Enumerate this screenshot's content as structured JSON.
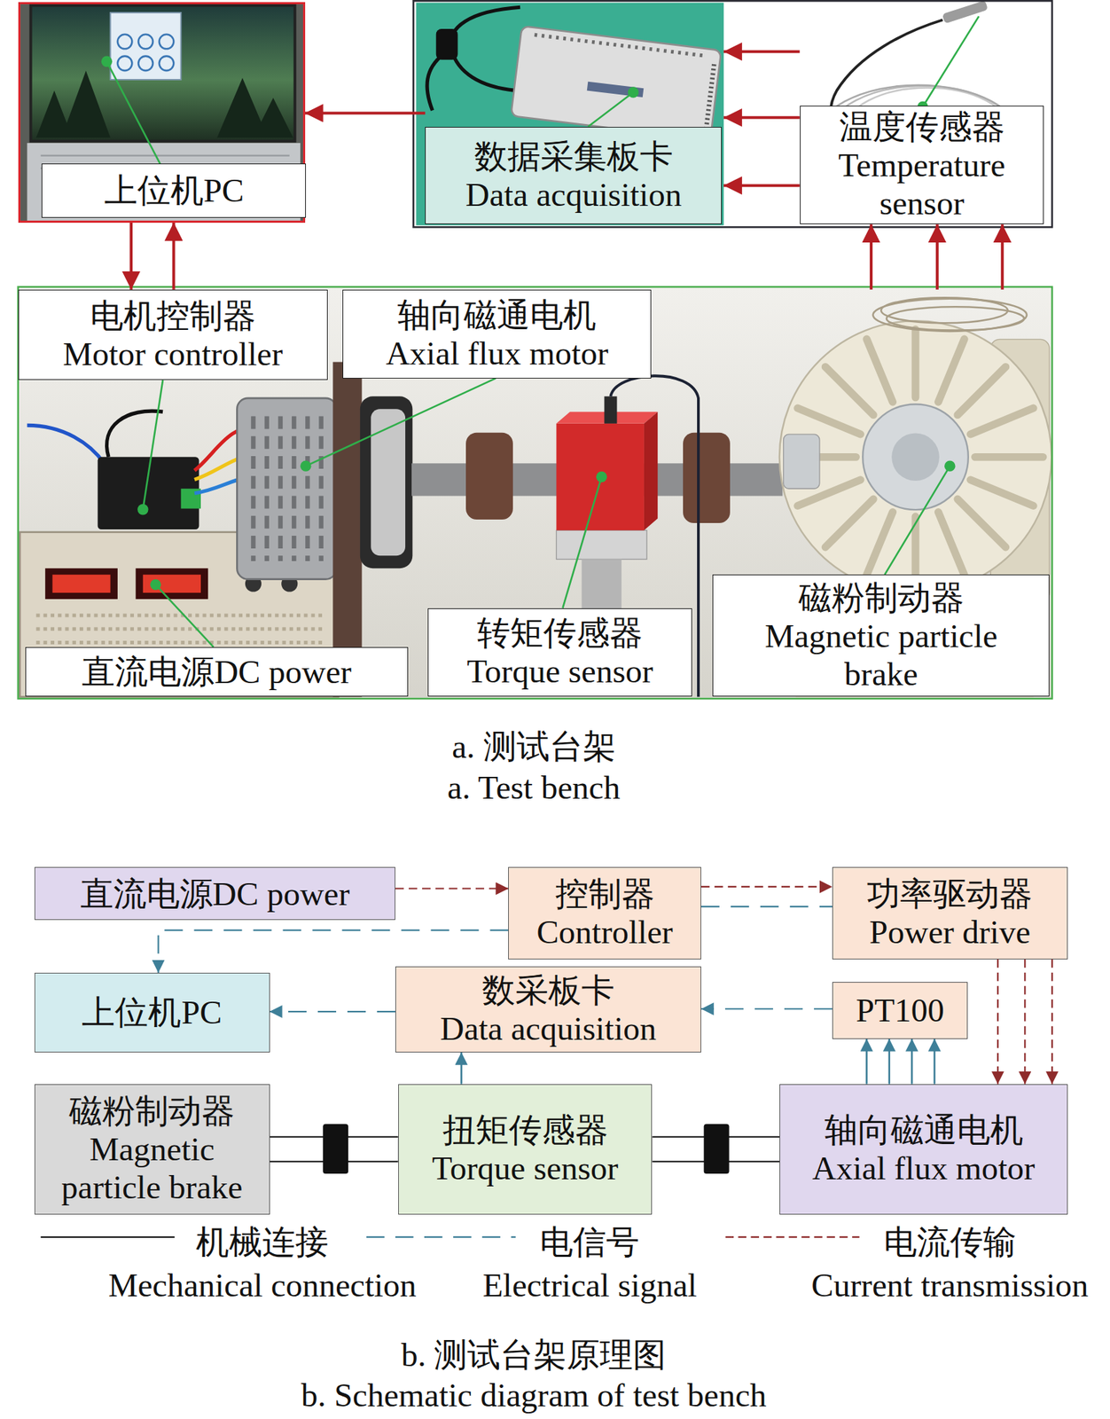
{
  "diagram": {
    "nodes": [
      {
        "text": [
          "上位机PC"
        ]
      },
      {
        "text": [
          "数据采集板卡",
          "Data acquisition"
        ]
      },
      {
        "text": [
          "温度传感器",
          "Temperature sensor"
        ]
      },
      {
        "text": [
          "电机控制器",
          "Motor controller"
        ]
      },
      {
        "text": [
          "轴向磁通电机",
          "Axial flux motor"
        ]
      },
      {
        "text": [
          "直流电源DC power"
        ]
      },
      {
        "text": [
          "转矩传感器",
          "Torque sensor"
        ]
      },
      {
        "text": [
          "磁粉制动器",
          "Magnetic particle brake"
        ]
      },
      {
        "text": [
          "直流电源DC power"
        ]
      },
      {
        "text": [
          "控制器",
          "Controller"
        ]
      },
      {
        "text": [
          "功率驱动器",
          "Power drive"
        ]
      },
      {
        "text": [
          "上位机PC"
        ]
      },
      {
        "text": [
          "数采板卡",
          "Data acquisition"
        ]
      },
      {
        "text": [
          "PT100"
        ]
      },
      {
        "text": [
          "磁粉制动器",
          "Magnetic particle brake"
        ]
      },
      {
        "text": [
          "扭矩传感器",
          "Torque sensor"
        ]
      },
      {
        "text": [
          "轴向磁通电机",
          "Axial flux motor"
        ]
      }
    ],
    "edges": [
      {
        "from": 1,
        "to": 0,
        "arrow": "to"
      },
      {
        "from": 0,
        "to": 3,
        "arrow": "to"
      },
      {
        "from": 3,
        "to": 0,
        "arrow": "to"
      },
      {
        "from": 7,
        "to": 2,
        "arrow": "to"
      },
      {
        "from": 7,
        "to": 2,
        "arrow": "to"
      },
      {
        "from": 7,
        "to": 2,
        "arrow": "to"
      },
      {
        "from": 2,
        "to": 1,
        "arrow": "to"
      },
      {
        "from": 2,
        "to": 1,
        "arrow": "to"
      },
      {
        "from": 2,
        "to": 1,
        "arrow": "to"
      },
      {
        "from": 8,
        "to": 9,
        "arrow": "to"
      },
      {
        "from": 9,
        "to": 10,
        "arrow": "to"
      },
      {
        "from": 9,
        "to": 10,
        "arrow": "none"
      },
      {
        "from": 9,
        "to": 11,
        "arrow": "to"
      },
      {
        "from": 12,
        "to": 11,
        "arrow": "to"
      },
      {
        "from": 13,
        "to": 12,
        "arrow": "to"
      },
      {
        "from": 15,
        "to": 12,
        "arrow": "to"
      },
      {
        "from": 16,
        "to": 13,
        "arrow": "to"
      },
      {
        "from": 16,
        "to": 13,
        "arrow": "to"
      },
      {
        "from": 16,
        "to": 13,
        "arrow": "to"
      },
      {
        "from": 16,
        "to": 13,
        "arrow": "to"
      },
      {
        "from": 10,
        "to": 16,
        "arrow": "to"
      },
      {
        "from": 10,
        "to": 16,
        "arrow": "to"
      },
      {
        "from": 10,
        "to": 16,
        "arrow": "to"
      },
      {
        "from": 14,
        "to": 15,
        "arrow": "none"
      },
      {
        "from": 15,
        "to": 16,
        "arrow": "none"
      }
    ],
    "labels": [
      "a. 测试台架",
      "a. Test bench",
      "b. 测试台架原理图",
      "b. Schematic diagram of test bench"
    ],
    "legend": [
      {
        "text": "机械连接"
      },
      {
        "text": "Mechanical connection"
      },
      {
        "text": "电信号"
      },
      {
        "text": "Electrical signal"
      },
      {
        "text": "电流传输"
      },
      {
        "text": "Current transmission"
      }
    ]
  }
}
